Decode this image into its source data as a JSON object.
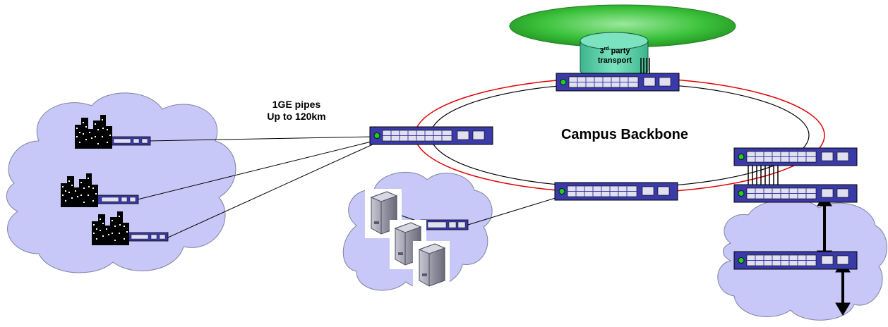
{
  "labels": {
    "pipes_line1": "1GE pipes",
    "pipes_line2": "Up to 120km",
    "backbone": "Campus Backbone",
    "transport_line1_base": "3",
    "transport_line1_sup": "rd",
    "transport_line1_rest": " party",
    "transport_line2": "transport"
  },
  "colors": {
    "cloud_fill": "#c8c8f8",
    "cloud_stroke": "#8080a0",
    "switch_fill": "#3a3aa8",
    "switch_port": "#e0e0f0",
    "switch_led": "#22cc22",
    "ring_outer": "#e00000",
    "ring_inner": "#000000",
    "green_disk": "#2fb82f",
    "cylinder": "#5ad0a8",
    "server_gray": "#9a9aa8"
  },
  "icons": [
    "cloud-icon",
    "city-building-icon",
    "network-switch-icon",
    "server-icon",
    "cylinder-transport-icon",
    "double-arrow-icon"
  ]
}
